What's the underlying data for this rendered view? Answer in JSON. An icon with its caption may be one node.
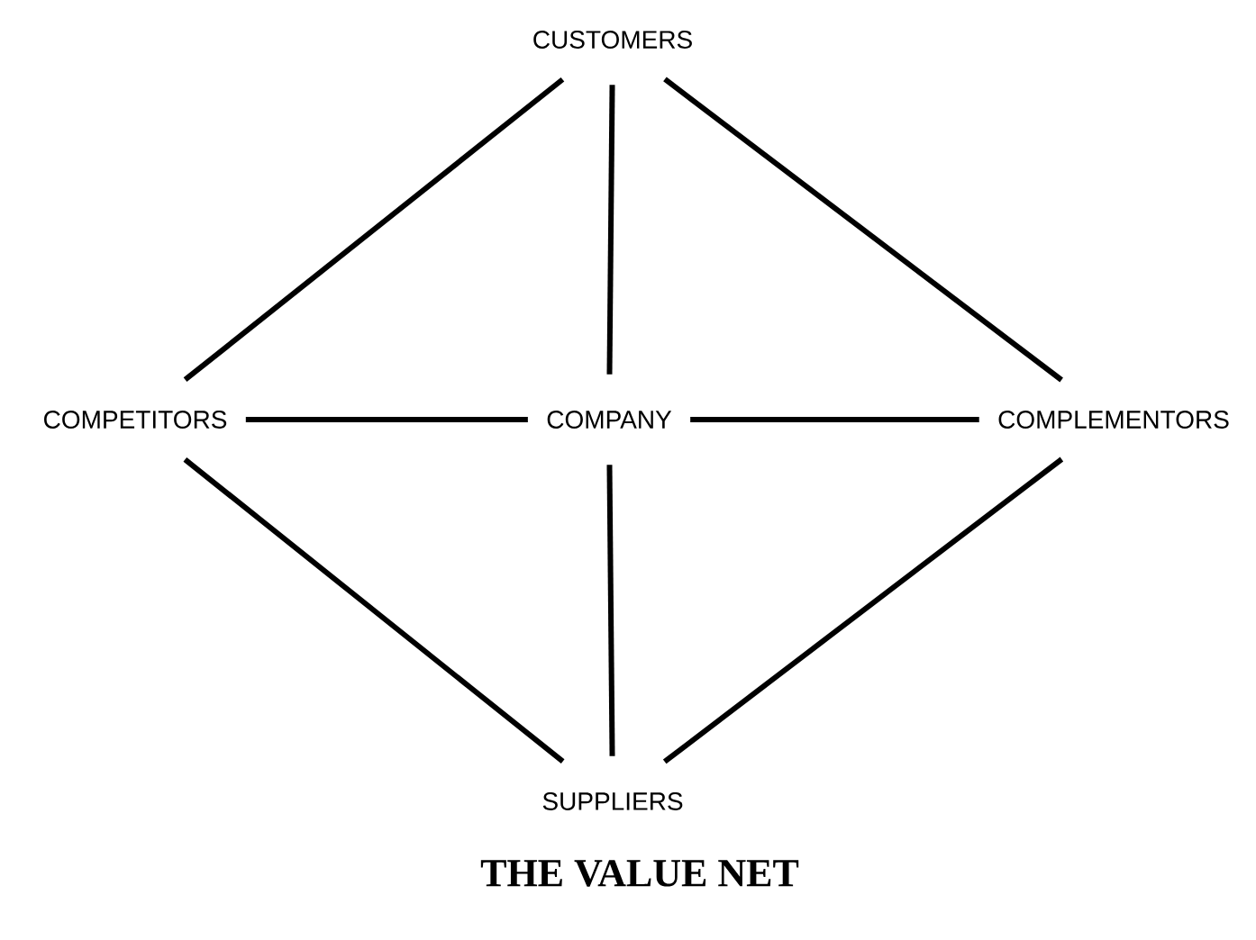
{
  "diagram": {
    "title": "THE VALUE NET",
    "nodes": [
      {
        "text": [
          "CUSTOMERS"
        ]
      },
      {
        "text": [
          "COMPETITORS"
        ]
      },
      {
        "text": [
          "COMPANY"
        ]
      },
      {
        "text": [
          "COMPLEMENTORS"
        ]
      },
      {
        "text": [
          "SUPPLIERS"
        ]
      }
    ],
    "edges": [
      {
        "from": 0,
        "to": 1,
        "arrow": "none"
      },
      {
        "from": 0,
        "to": 2,
        "arrow": "none"
      },
      {
        "from": 0,
        "to": 3,
        "arrow": "none"
      },
      {
        "from": 1,
        "to": 2,
        "arrow": "none"
      },
      {
        "from": 2,
        "to": 3,
        "arrow": "none"
      },
      {
        "from": 1,
        "to": 4,
        "arrow": "none"
      },
      {
        "from": 2,
        "to": 4,
        "arrow": "none"
      },
      {
        "from": 3,
        "to": 4,
        "arrow": "none"
      }
    ]
  }
}
